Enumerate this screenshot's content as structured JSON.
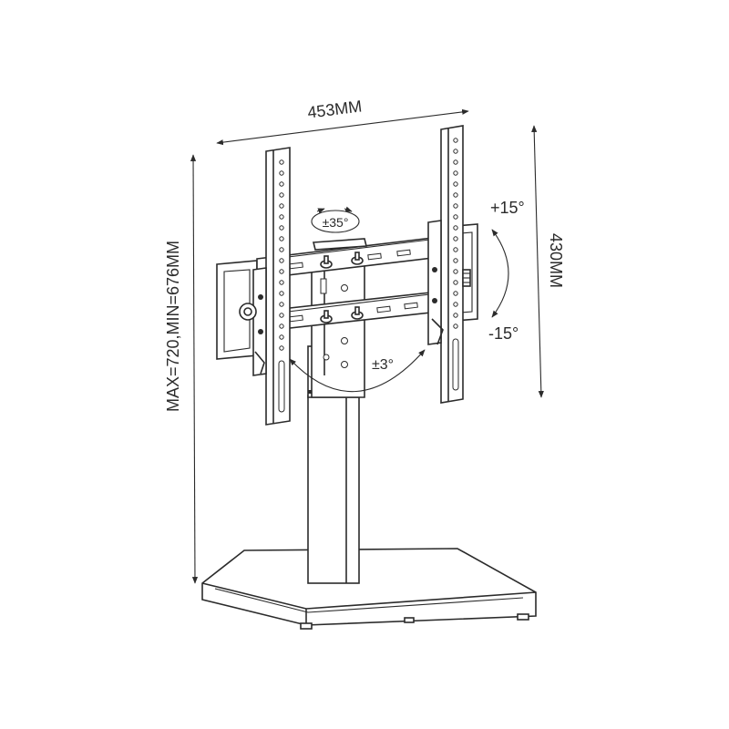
{
  "dimensions": {
    "width_label": "453MM",
    "height_label": "430MM",
    "total_height_label": "MAX=720,MIN=676MM"
  },
  "angles": {
    "swivel_label": "±35°",
    "tilt_up_label": "+15°",
    "tilt_down_label": "-15°",
    "rotation_label": "±3°"
  }
}
